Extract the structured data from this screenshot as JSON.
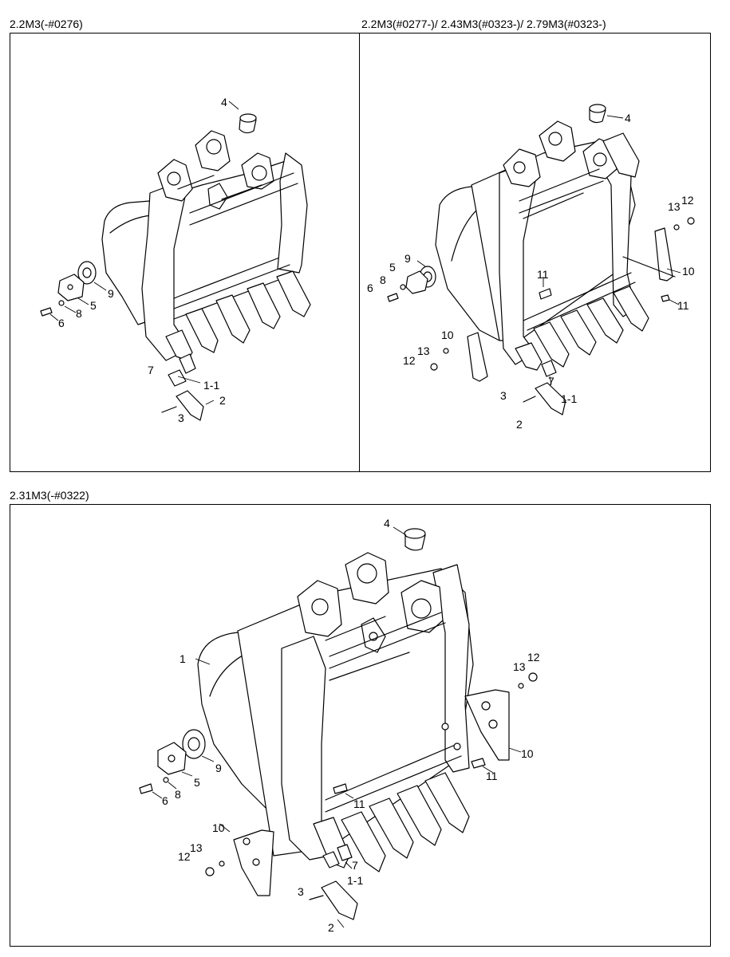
{
  "captions": {
    "panel1": "2.2M3(-#0276)",
    "panel2": "2.2M3(#0277-)/ 2.43M3(#0323-)/ 2.79M3(#0323-)",
    "panel3": "2.31M3(-#0322)"
  },
  "panel1": {
    "labels": {
      "p4": "4",
      "p9": "9",
      "p5": "5",
      "p8": "8",
      "p6": "6",
      "p7": "7",
      "p11": "1-1",
      "p2": "2",
      "p3": "3"
    }
  },
  "panel2": {
    "labels": {
      "p4": "4",
      "p13": "13",
      "p12": "12",
      "p10a": "10",
      "p11a": "11",
      "p9": "9",
      "p5": "5",
      "p8": "8",
      "p6": "6",
      "p11b": "11",
      "p10b": "10",
      "p13b": "13",
      "p12b": "12",
      "p7": "7",
      "p3": "3",
      "p11c": "1-1",
      "p2": "2"
    }
  },
  "panel3": {
    "labels": {
      "p4": "4",
      "p1": "1",
      "p13": "13",
      "p12": "12",
      "p10a": "10",
      "p11a": "11",
      "p9": "9",
      "p5": "5",
      "p8": "8",
      "p6": "6",
      "p11b": "11",
      "p10b": "10",
      "p13b": "13",
      "p12b": "12",
      "p7": "7",
      "p11c": "1-1",
      "p3": "3",
      "p2": "2"
    }
  }
}
